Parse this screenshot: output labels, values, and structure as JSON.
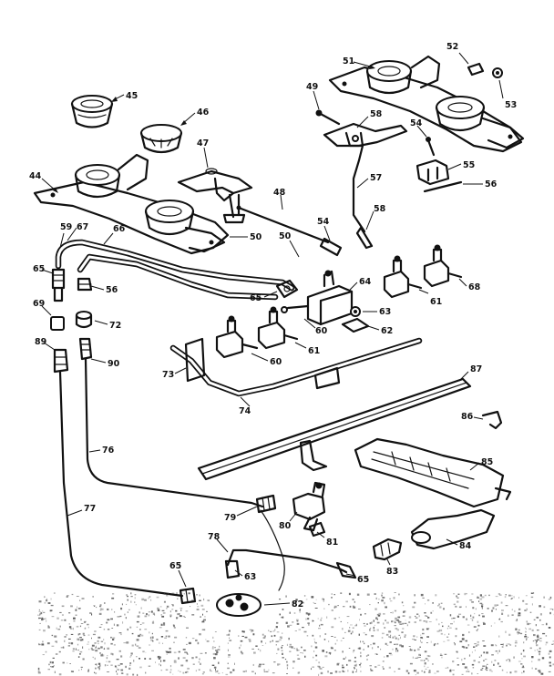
{
  "callouts": [
    {
      "id": "c45",
      "label": "45"
    },
    {
      "id": "c46",
      "label": "46"
    },
    {
      "id": "c47",
      "label": "47"
    },
    {
      "id": "c44",
      "label": "44"
    },
    {
      "id": "c48",
      "label": "48"
    },
    {
      "id": "c50a",
      "label": "50"
    },
    {
      "id": "c50b",
      "label": "50"
    },
    {
      "id": "c51",
      "label": "51"
    },
    {
      "id": "c52",
      "label": "52"
    },
    {
      "id": "c53",
      "label": "53"
    },
    {
      "id": "c49",
      "label": "49"
    },
    {
      "id": "c58a",
      "label": "58"
    },
    {
      "id": "c54a",
      "label": "54"
    },
    {
      "id": "c55",
      "label": "55"
    },
    {
      "id": "c56",
      "label": "56"
    },
    {
      "id": "c57",
      "label": "57"
    },
    {
      "id": "c58b",
      "label": "58"
    },
    {
      "id": "c54b",
      "label": "54"
    },
    {
      "id": "c59",
      "label": "59"
    },
    {
      "id": "c67",
      "label": "67"
    },
    {
      "id": "c66",
      "label": "66"
    },
    {
      "id": "c65a",
      "label": "65"
    },
    {
      "id": "c56b",
      "label": "56"
    },
    {
      "id": "c65b",
      "label": "65"
    },
    {
      "id": "c64",
      "label": "64"
    },
    {
      "id": "c60a",
      "label": "60"
    },
    {
      "id": "c61a",
      "label": "61"
    },
    {
      "id": "c68",
      "label": "68"
    },
    {
      "id": "c63",
      "label": "63"
    },
    {
      "id": "c62",
      "label": "62"
    },
    {
      "id": "c69",
      "label": "69"
    },
    {
      "id": "c72",
      "label": "72"
    },
    {
      "id": "c61b",
      "label": "61"
    },
    {
      "id": "c60b",
      "label": "60"
    },
    {
      "id": "c89",
      "label": "89"
    },
    {
      "id": "c90",
      "label": "90"
    },
    {
      "id": "c73",
      "label": "73"
    },
    {
      "id": "c74",
      "label": "74"
    },
    {
      "id": "c87",
      "label": "87"
    },
    {
      "id": "c86",
      "label": "86"
    },
    {
      "id": "c76",
      "label": "76"
    },
    {
      "id": "c85",
      "label": "85"
    },
    {
      "id": "c77",
      "label": "77"
    },
    {
      "id": "c79",
      "label": "79"
    },
    {
      "id": "c80",
      "label": "80"
    },
    {
      "id": "c81",
      "label": "81"
    },
    {
      "id": "c78",
      "label": "78"
    },
    {
      "id": "c84",
      "label": "84"
    },
    {
      "id": "c83",
      "label": "83"
    },
    {
      "id": "c65c",
      "label": "65"
    },
    {
      "id": "c63b",
      "label": "63"
    },
    {
      "id": "c65d",
      "label": "65"
    },
    {
      "id": "c82",
      "label": "82"
    }
  ]
}
